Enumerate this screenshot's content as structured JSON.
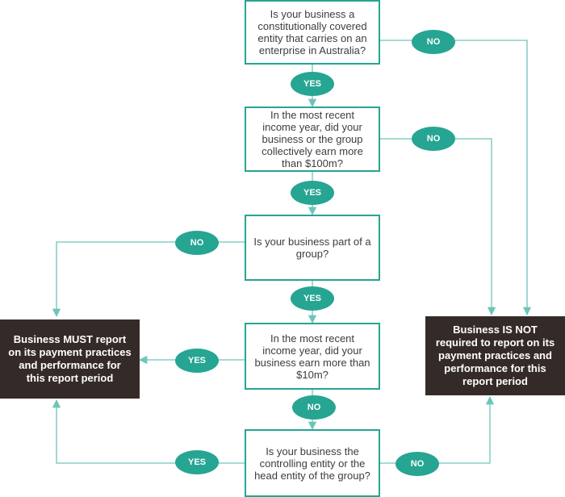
{
  "flowchart": {
    "questions": {
      "q1": "Is your business a constitutionally covered entity that carries on an enterprise in Australia?",
      "q2": "In the most recent income year, did your business or the group collectively earn more than $100m?",
      "q3": "Is your business part of a group?",
      "q4": "In the most recent income year, did your business earn more than $10m?",
      "q5": "Is your business the controlling entity or the head entity of the group?"
    },
    "answers": {
      "q1_yes": "YES",
      "q1_no": "NO",
      "q2_yes": "YES",
      "q2_no": "NO",
      "q3_yes": "YES",
      "q3_no": "NO",
      "q4_yes": "YES",
      "q4_no": "NO",
      "q5_yes": "YES",
      "q5_no": "NO"
    },
    "outcomes": {
      "must_report": "Business MUST report on its payment practices and performance for this report period",
      "not_required": "Business IS NOT required to report on its payment practices and performance for this report period"
    },
    "colors": {
      "teal": "#26a592",
      "arrow": "#6cc6b8",
      "outcome_bg": "#342b28",
      "question_text": "#3d3d3d"
    }
  }
}
